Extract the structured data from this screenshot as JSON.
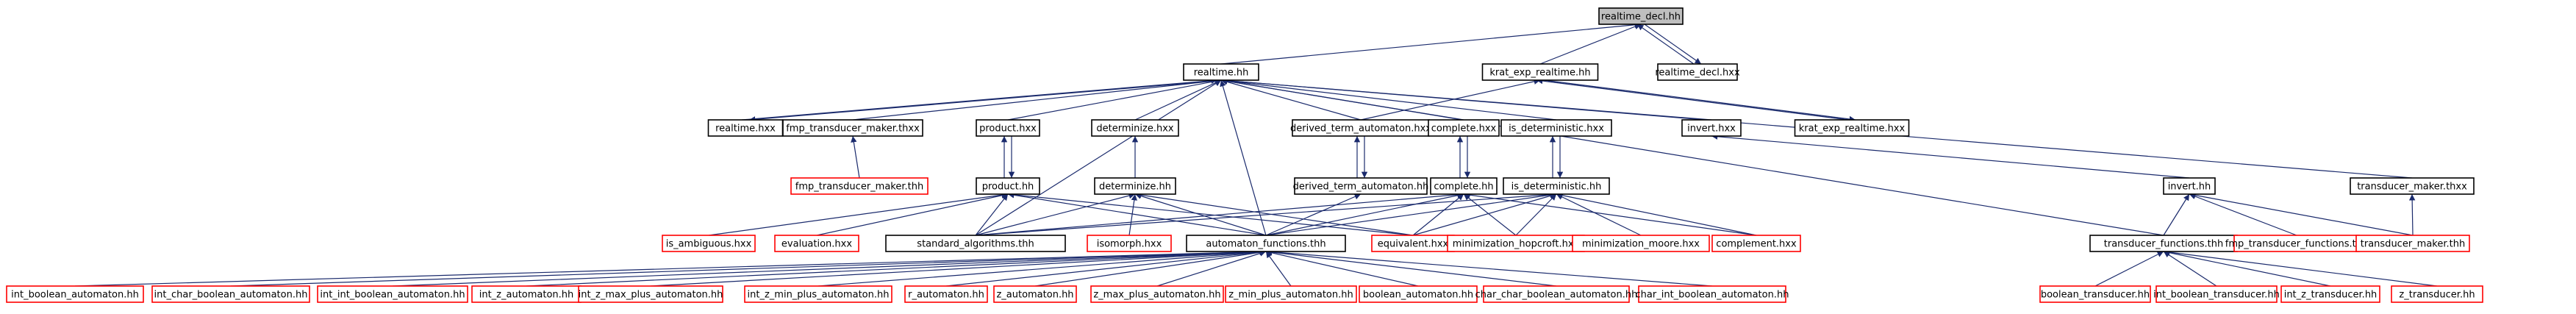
{
  "diagram": {
    "root": "realtime_decl.hh",
    "nodes": [
      {
        "id": "rd",
        "label": "realtime_decl.hh",
        "style": "root"
      },
      {
        "id": "rdhxx",
        "label": "realtime_decl.hxx",
        "style": "black"
      },
      {
        "id": "rt",
        "label": "realtime.hh",
        "style": "black"
      },
      {
        "id": "ker",
        "label": "krat_exp_realtime.hh",
        "style": "black"
      },
      {
        "id": "kerhxx",
        "label": "krat_exp_realtime.hxx",
        "style": "black"
      },
      {
        "id": "rthxx",
        "label": "realtime.hxx",
        "style": "black"
      },
      {
        "id": "fmptm",
        "label": "fmp_transducer_maker.thxx",
        "style": "black"
      },
      {
        "id": "fmptmhh",
        "label": "fmp_transducer_maker.thh",
        "style": "red"
      },
      {
        "id": "prodhxx",
        "label": "product.hxx",
        "style": "black"
      },
      {
        "id": "prod",
        "label": "product.hh",
        "style": "black"
      },
      {
        "id": "dethxx",
        "label": "determinize.hxx",
        "style": "black"
      },
      {
        "id": "det",
        "label": "determinize.hh",
        "style": "black"
      },
      {
        "id": "dtahxx",
        "label": "derived_term_automaton.hxx",
        "style": "black"
      },
      {
        "id": "dta",
        "label": "derived_term_automaton.hh",
        "style": "black"
      },
      {
        "id": "comphxx",
        "label": "complete.hxx",
        "style": "black"
      },
      {
        "id": "comp",
        "label": "complete.hh",
        "style": "black"
      },
      {
        "id": "isdethxx",
        "label": "is_deterministic.hxx",
        "style": "black"
      },
      {
        "id": "isdet",
        "label": "is_deterministic.hh",
        "style": "black"
      },
      {
        "id": "invhxx",
        "label": "invert.hxx",
        "style": "black"
      },
      {
        "id": "inv",
        "label": "invert.hh",
        "style": "black"
      },
      {
        "id": "tmthxx",
        "label": "transducer_maker.thxx",
        "style": "black"
      },
      {
        "id": "isamb",
        "label": "is_ambiguous.hxx",
        "style": "red"
      },
      {
        "id": "evalhxx",
        "label": "evaluation.hxx",
        "style": "red"
      },
      {
        "id": "stdalg",
        "label": "standard_algorithms.thh",
        "style": "black"
      },
      {
        "id": "isohxx",
        "label": "isomorph.hxx",
        "style": "red"
      },
      {
        "id": "autfun",
        "label": "automaton_functions.thh",
        "style": "black"
      },
      {
        "id": "equiv",
        "label": "equivalent.hxx",
        "style": "red"
      },
      {
        "id": "minhop",
        "label": "minimization_hopcroft.hxx",
        "style": "red"
      },
      {
        "id": "minmoore",
        "label": "minimization_moore.hxx",
        "style": "red"
      },
      {
        "id": "complhxx",
        "label": "complement.hxx",
        "style": "red"
      },
      {
        "id": "tfun",
        "label": "transducer_functions.thh",
        "style": "black"
      },
      {
        "id": "fmptf",
        "label": "fmp_transducer_functions.thh",
        "style": "red"
      },
      {
        "id": "tmthh",
        "label": "transducer_maker.thh",
        "style": "red"
      },
      {
        "id": "a1",
        "label": "int_boolean_automaton.hh",
        "style": "red"
      },
      {
        "id": "a2",
        "label": "int_char_boolean_automaton.hh",
        "style": "red"
      },
      {
        "id": "a3",
        "label": "int_int_boolean_automaton.hh",
        "style": "red"
      },
      {
        "id": "a4",
        "label": "int_z_automaton.hh",
        "style": "red"
      },
      {
        "id": "a5",
        "label": "int_z_max_plus_automaton.hh",
        "style": "red"
      },
      {
        "id": "a6",
        "label": "int_z_min_plus_automaton.hh",
        "style": "red"
      },
      {
        "id": "a7",
        "label": "r_automaton.hh",
        "style": "red"
      },
      {
        "id": "a8",
        "label": "z_automaton.hh",
        "style": "red"
      },
      {
        "id": "a9",
        "label": "z_max_plus_automaton.hh",
        "style": "red"
      },
      {
        "id": "a10",
        "label": "z_min_plus_automaton.hh",
        "style": "red"
      },
      {
        "id": "a11",
        "label": "boolean_automaton.hh",
        "style": "red"
      },
      {
        "id": "a12",
        "label": "char_char_boolean_automaton.hh",
        "style": "red"
      },
      {
        "id": "a13",
        "label": "char_int_boolean_automaton.hh",
        "style": "red"
      },
      {
        "id": "t1",
        "label": "boolean_transducer.hh",
        "style": "red"
      },
      {
        "id": "t2",
        "label": "int_boolean_transducer.hh",
        "style": "red"
      },
      {
        "id": "t3",
        "label": "int_z_transducer.hh",
        "style": "red"
      },
      {
        "id": "t4",
        "label": "z_transducer.hh",
        "style": "red"
      }
    ],
    "edges": [
      [
        "rd",
        "rt"
      ],
      [
        "rd",
        "ker"
      ],
      [
        "rd",
        "rdhxx"
      ],
      [
        "rdhxx",
        "rd"
      ],
      [
        "rt",
        "rthxx"
      ],
      [
        "rthxx",
        "rt"
      ],
      [
        "rt",
        "fmptm"
      ],
      [
        "rt",
        "prodhxx"
      ],
      [
        "rt",
        "dethxx"
      ],
      [
        "rt",
        "dtahxx"
      ],
      [
        "rt",
        "comphxx"
      ],
      [
        "rt",
        "isdethxx"
      ],
      [
        "rt",
        "invhxx"
      ],
      [
        "rt",
        "tmthxx"
      ],
      [
        "rt",
        "stdalg"
      ],
      [
        "rt",
        "autfun"
      ],
      [
        "rt",
        "tfun"
      ],
      [
        "ker",
        "kerhxx"
      ],
      [
        "kerhxx",
        "ker"
      ],
      [
        "ker",
        "dtahxx"
      ],
      [
        "fmptm",
        "fmptmhh"
      ],
      [
        "prodhxx",
        "prod"
      ],
      [
        "prod",
        "prodhxx"
      ],
      [
        "prod",
        "isamb"
      ],
      [
        "prod",
        "evalhxx"
      ],
      [
        "prod",
        "stdalg"
      ],
      [
        "prod",
        "autfun"
      ],
      [
        "prod",
        "equiv"
      ],
      [
        "dethxx",
        "det"
      ],
      [
        "det",
        "stdalg"
      ],
      [
        "det",
        "isohxx"
      ],
      [
        "det",
        "autfun"
      ],
      [
        "det",
        "equiv"
      ],
      [
        "dtahxx",
        "dta"
      ],
      [
        "dta",
        "dtahxx"
      ],
      [
        "dta",
        "autfun"
      ],
      [
        "comphxx",
        "comp"
      ],
      [
        "comp",
        "comphxx"
      ],
      [
        "comp",
        "stdalg"
      ],
      [
        "comp",
        "autfun"
      ],
      [
        "comp",
        "equiv"
      ],
      [
        "comp",
        "minhop"
      ],
      [
        "comp",
        "complhxx"
      ],
      [
        "isdethxx",
        "isdet"
      ],
      [
        "isdet",
        "isdethxx"
      ],
      [
        "isdet",
        "autfun"
      ],
      [
        "isdet",
        "stdalg"
      ],
      [
        "isdet",
        "equiv"
      ],
      [
        "isdet",
        "minhop"
      ],
      [
        "isdet",
        "minmoore"
      ],
      [
        "isdet",
        "complhxx"
      ],
      [
        "invhxx",
        "inv"
      ],
      [
        "inv",
        "tfun"
      ],
      [
        "inv",
        "fmptf"
      ],
      [
        "inv",
        "tmthh"
      ],
      [
        "tmthxx",
        "tmthh"
      ],
      [
        "autfun",
        "a1"
      ],
      [
        "autfun",
        "a2"
      ],
      [
        "autfun",
        "a3"
      ],
      [
        "autfun",
        "a4"
      ],
      [
        "autfun",
        "a5"
      ],
      [
        "autfun",
        "a6"
      ],
      [
        "autfun",
        "a7"
      ],
      [
        "autfun",
        "a8"
      ],
      [
        "autfun",
        "a9"
      ],
      [
        "autfun",
        "a10"
      ],
      [
        "autfun",
        "a11"
      ],
      [
        "autfun",
        "a12"
      ],
      [
        "autfun",
        "a13"
      ],
      [
        "tfun",
        "t1"
      ],
      [
        "tfun",
        "t2"
      ],
      [
        "tfun",
        "t3"
      ],
      [
        "tfun",
        "t4"
      ]
    ]
  }
}
